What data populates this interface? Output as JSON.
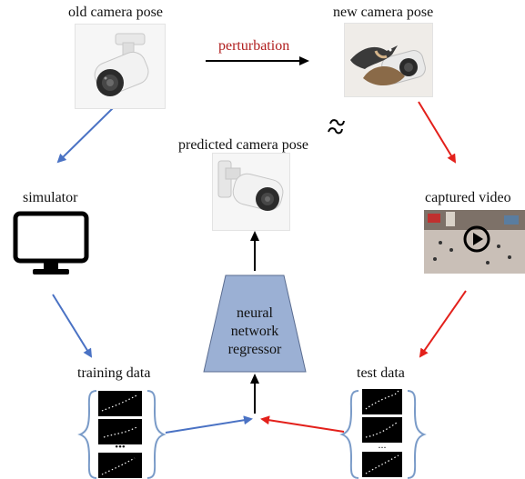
{
  "labels": {
    "old_pose": "old camera pose",
    "new_pose": "new camera pose",
    "perturbation": "perturbation",
    "predicted_pose": "predicted camera pose",
    "simulator": "simulator",
    "captured_video": "captured video",
    "regressor_line1": "neural",
    "regressor_line2": "network",
    "regressor_line3": "regressor",
    "training_data": "training data",
    "test_data": "test data",
    "ellipsis_train": "•••",
    "ellipsis_test": "..."
  },
  "colors": {
    "blue_arrow": "#4a72c4",
    "red_arrow": "#e3201b",
    "black_arrow": "#000000",
    "regressor_fill": "#9bb0d4",
    "regressor_stroke": "#5a6c90",
    "brace": "#7a9bc8",
    "perturbation_text": "#b01e1e"
  },
  "icons": {
    "camera": "security-camera-icon",
    "monitor": "computer-monitor-icon",
    "play": "play-icon",
    "approx": "approx-symbol-icon"
  }
}
